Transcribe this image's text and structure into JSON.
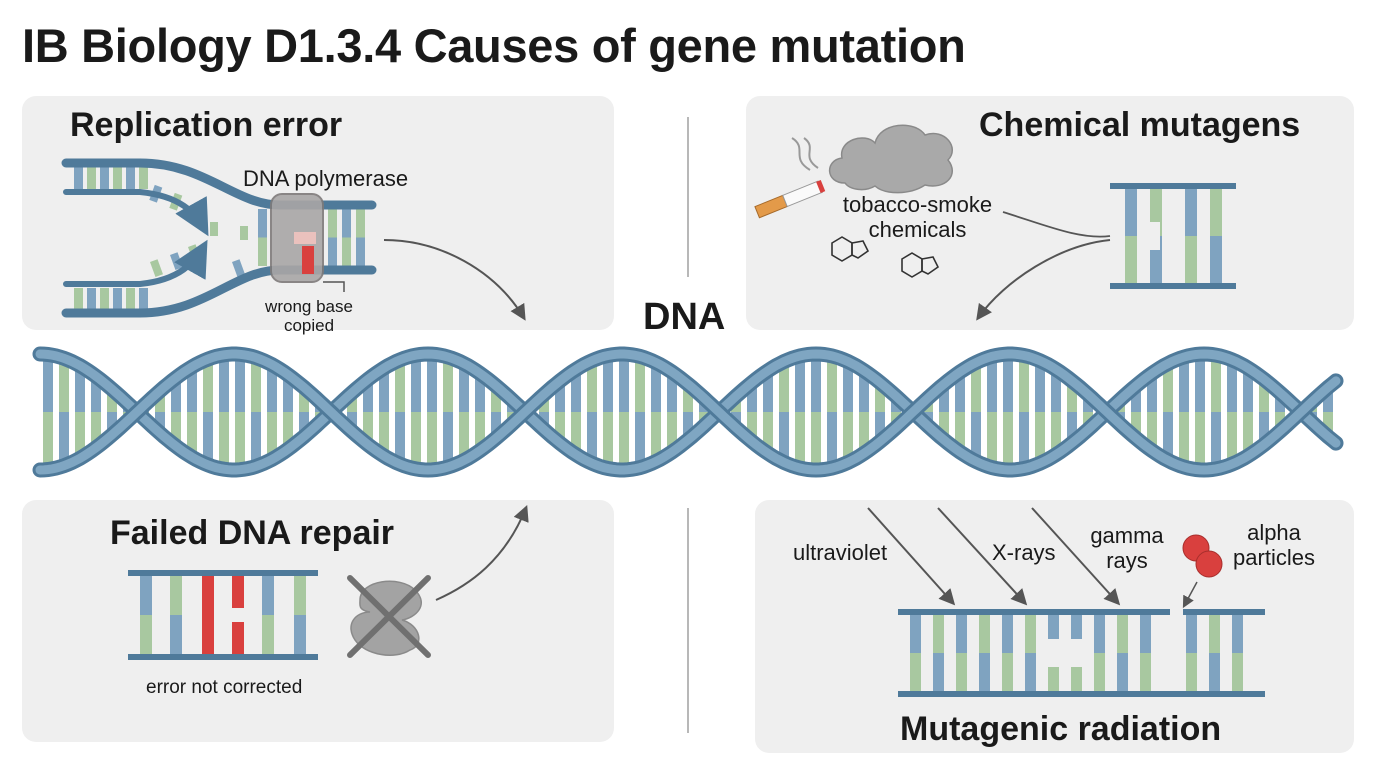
{
  "title": "IB Biology D1.3.4 Causes of gene mutation",
  "center_label": "DNA",
  "panels": {
    "replication": {
      "title": "Replication error",
      "enzyme_label": "DNA polymerase",
      "error_label_1": "wrong base",
      "error_label_2": "copied"
    },
    "chemical": {
      "title": "Chemical mutagens",
      "source_label_1": "tobacco-smoke",
      "source_label_2": "chemicals"
    },
    "repair": {
      "title": "Failed DNA repair",
      "note": "error not corrected"
    },
    "radiation": {
      "title": "Mutagenic radiation",
      "types": [
        "ultraviolet",
        "X-rays",
        "gamma",
        "rays",
        "alpha",
        "particles"
      ]
    }
  },
  "colors": {
    "backbone": "#5b84a3",
    "base_blue": "#7fa3c0",
    "base_green": "#a8c8a0",
    "mutation_red": "#d9403e",
    "panel_bg": "#efefef",
    "arrow": "#555555"
  }
}
